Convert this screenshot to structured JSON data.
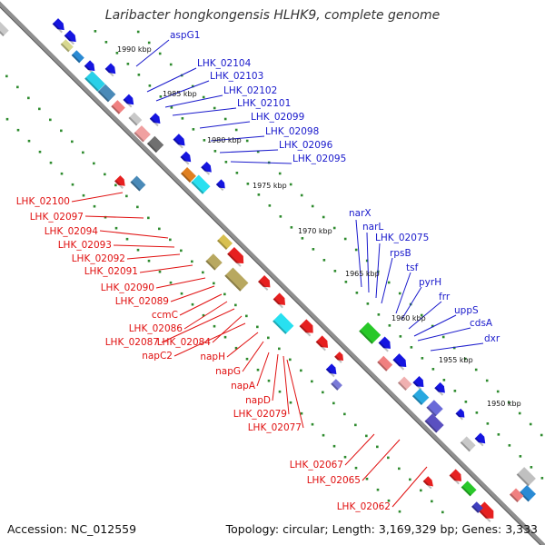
{
  "title": "Laribacter hongkongensis HLHK9, complete genome",
  "footer": {
    "accession": "Accession: NC_012559",
    "summary": "Topology: circular; Length: 3,169,329 bp; Genes: 3,333"
  },
  "colors": {
    "backbone": "#8f8f8f",
    "forward_label": "#1a1acc",
    "reverse_label": "#e01010",
    "tick_dots": "#2e8b2e"
  },
  "scale_labels": [
    "1990 kbp",
    "1985 kbp",
    "1980 kbp",
    "1975 kbp",
    "1970 kbp",
    "1965 kbp",
    "1960 kbp",
    "1955 kbp",
    "1950 kbp"
  ],
  "forward_labels": [
    "aspG1",
    "LHK_02104",
    "LHK_02103",
    "LHK_02102",
    "LHK_02101",
    "LHK_02099",
    "LHK_02098",
    "LHK_02096",
    "LHK_02095",
    "narX",
    "narL",
    "LHK_02075",
    "rpsB",
    "tsf",
    "pyrH",
    "frr",
    "uppS",
    "cdsA",
    "dxr"
  ],
  "reverse_labels": [
    "LHK_02100",
    "LHK_02097",
    "LHK_02094",
    "LHK_02093",
    "LHK_02092",
    "LHK_02091",
    "LHK_02090",
    "LHK_02089",
    "ccmC",
    "LHK_02086",
    "LHK_02087",
    "LHK_02084",
    "napC2",
    "napH",
    "napG",
    "napA",
    "napD",
    "LHK_02079",
    "LHK_02077",
    "LHK_02067",
    "LHK_02065",
    "LHK_02062"
  ]
}
